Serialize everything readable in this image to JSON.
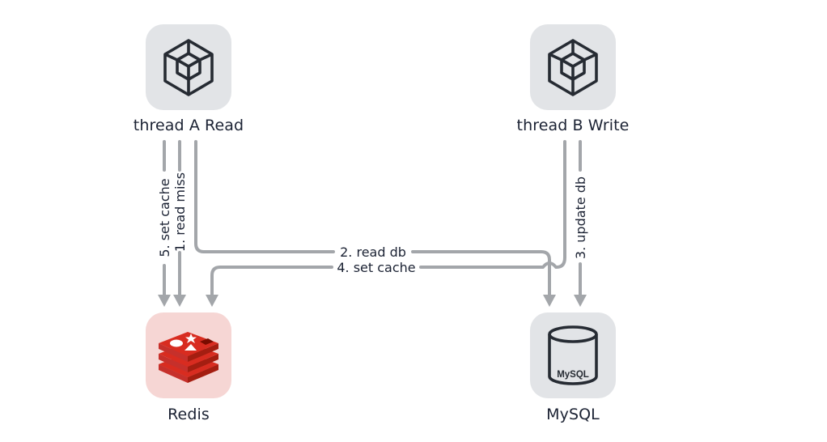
{
  "nodes": {
    "thread_a": {
      "label": "thread A Read",
      "icon": "cube-icon"
    },
    "thread_b": {
      "label": "thread B Write",
      "icon": "cube-icon"
    },
    "redis": {
      "label": "Redis",
      "icon": "redis-icon"
    },
    "mysql": {
      "label": "MySQL",
      "icon": "database-icon",
      "icon_text": "MySQL"
    }
  },
  "edges": [
    {
      "id": "read-miss",
      "label": "1. read miss",
      "from": "thread A Read",
      "to": "Redis"
    },
    {
      "id": "read-db",
      "label": "2. read db",
      "from": "thread A Read",
      "to": "MySQL"
    },
    {
      "id": "update-db",
      "label": "3. update db",
      "from": "thread B Write",
      "to": "MySQL"
    },
    {
      "id": "set-cache-b",
      "label": "4. set cache",
      "from": "thread B Write",
      "to": "Redis"
    },
    {
      "id": "set-cache-a",
      "label": "5. set cache",
      "from": "thread A Read",
      "to": "Redis"
    }
  ],
  "colors": {
    "node_bg": "#e2e4e7",
    "redis_bg": "#f6d6d4",
    "redis_red": "#d82c20",
    "edge": "#a3a6aa",
    "text": "#1b2233"
  }
}
